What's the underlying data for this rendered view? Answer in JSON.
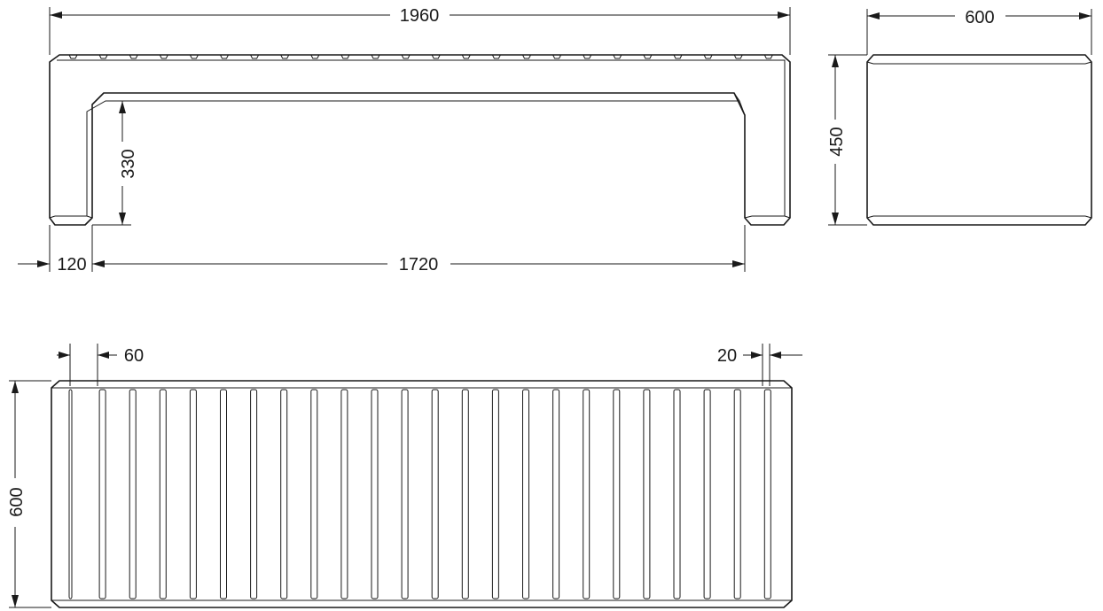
{
  "dimensions": {
    "overall_length": "1960",
    "depth_side": "600",
    "height": "450",
    "leg_clearance": "330",
    "leg_width": "120",
    "span": "1720",
    "slat_pitch": "60",
    "slat_gap": "20",
    "depth_plan": "600"
  }
}
